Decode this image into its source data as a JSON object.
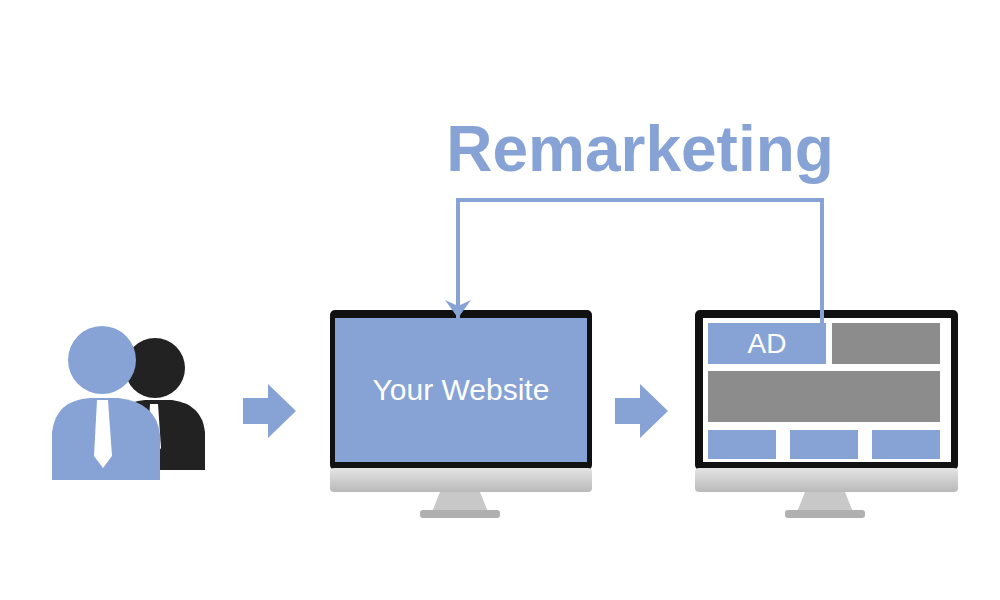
{
  "diagram": {
    "nodes": [
      {
        "text": [
          "Your Website"
        ]
      },
      {
        "text": [
          "AD"
        ]
      }
    ],
    "edges": [
      {
        "from": 1,
        "to": 0,
        "arrow": "to",
        "label": "Remarketing"
      }
    ]
  }
}
